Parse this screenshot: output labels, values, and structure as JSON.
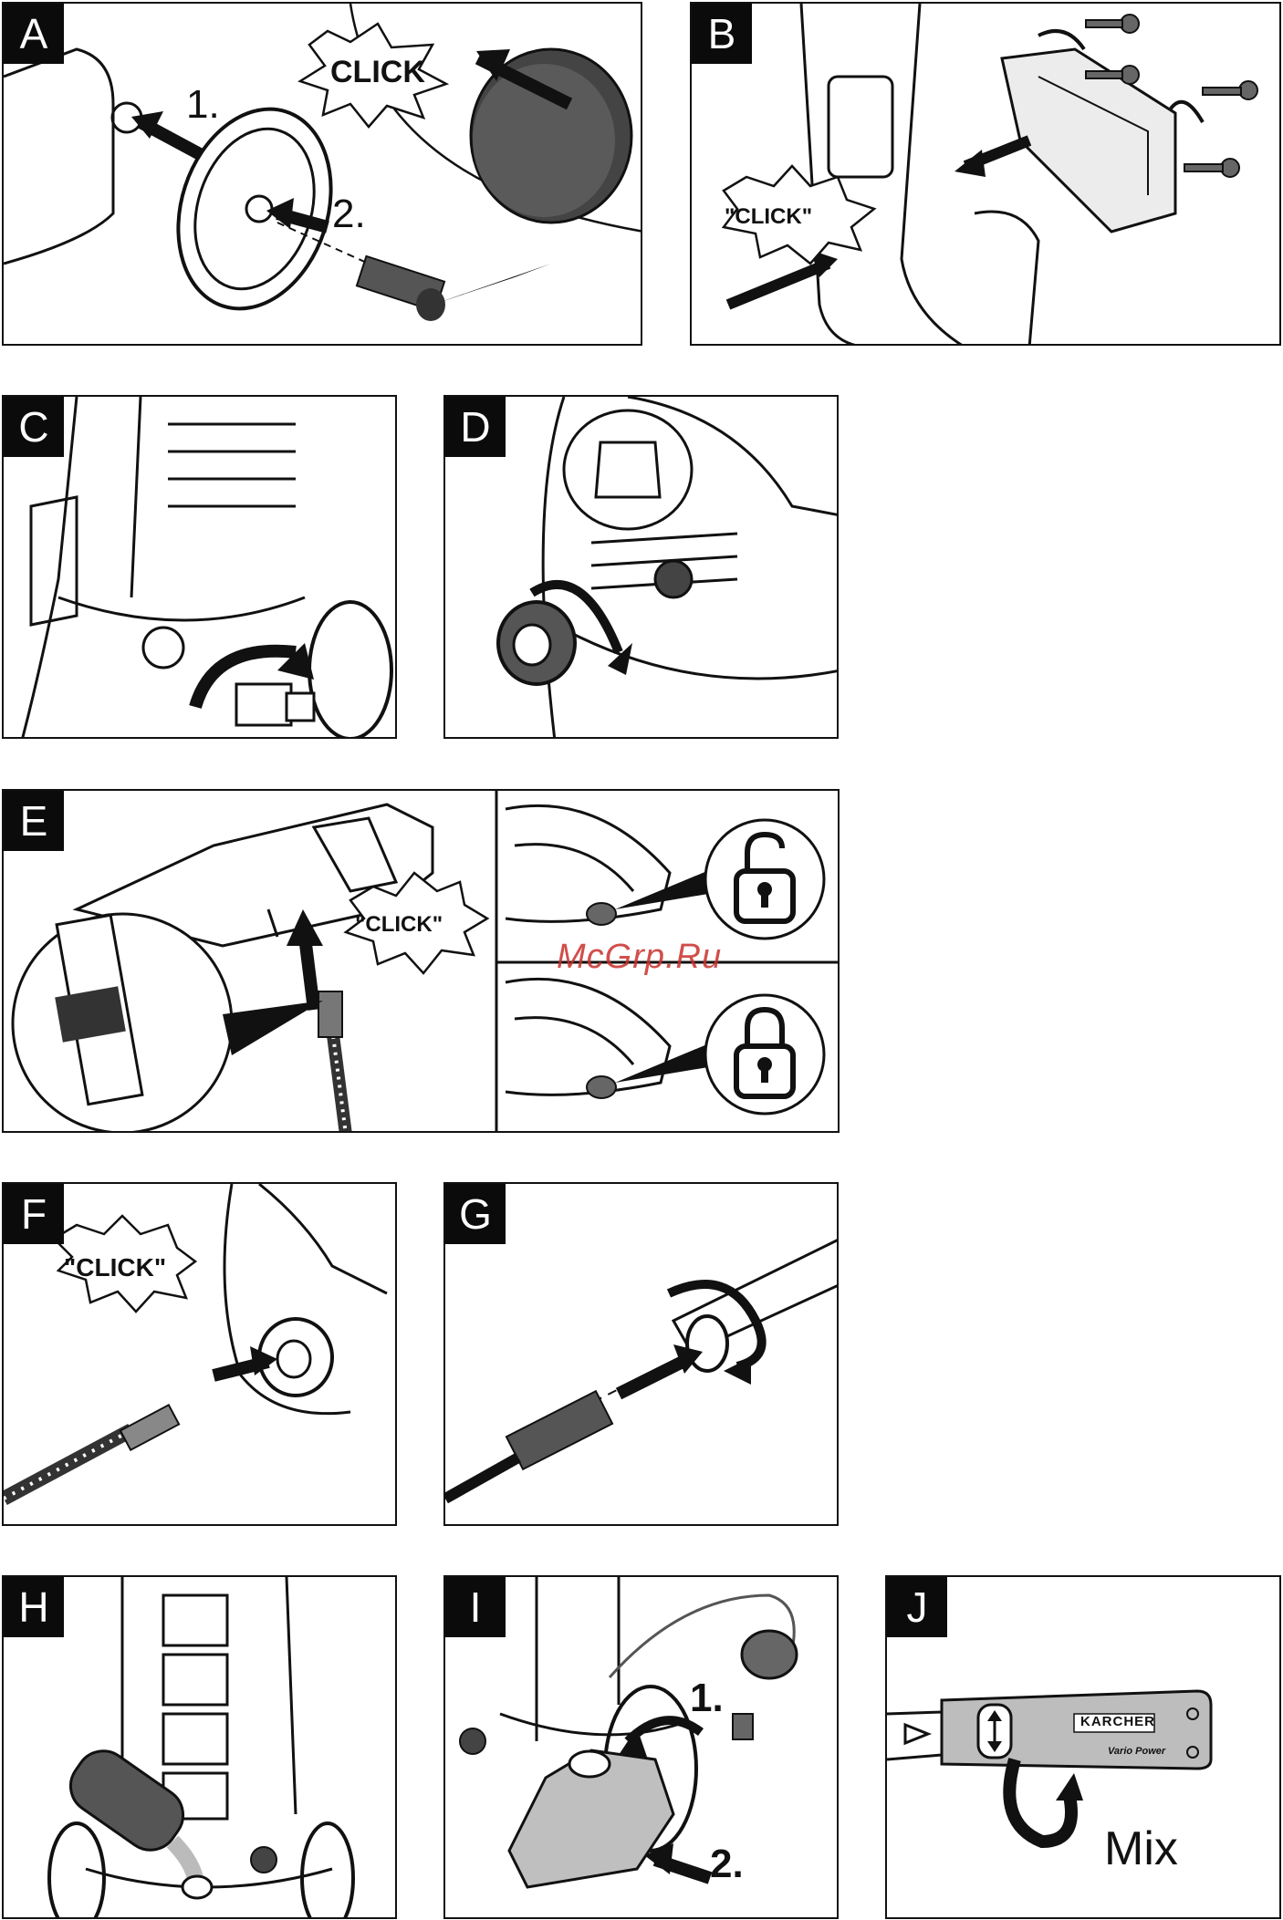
{
  "panels": {
    "a": {
      "letter": "A",
      "click": "CLICK",
      "step1": "1.",
      "step2": "2."
    },
    "b": {
      "letter": "B",
      "click": "\"CLICK\""
    },
    "c": {
      "letter": "C"
    },
    "d": {
      "letter": "D"
    },
    "e": {
      "letter": "E",
      "click": "\"CLICK\"",
      "icons": [
        "unlocked-padlock-icon",
        "locked-padlock-icon"
      ]
    },
    "f": {
      "letter": "F",
      "click": "\"CLICK\""
    },
    "g": {
      "letter": "G"
    },
    "h": {
      "letter": "H"
    },
    "i": {
      "letter": "I",
      "step1": "1.",
      "step2": "2."
    },
    "j": {
      "letter": "J",
      "brand": "KARCHER",
      "product": "Vario Power",
      "mix": "Mix"
    }
  },
  "watermark": "McGrp.Ru"
}
